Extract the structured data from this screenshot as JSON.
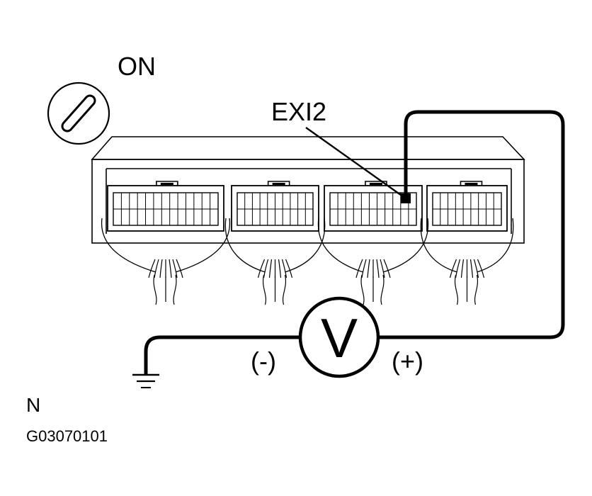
{
  "labels": {
    "switch_state": "ON",
    "terminal": "EXI2",
    "negative": "(-)",
    "positive": "(+)",
    "meter_symbol": "V",
    "corner_letter": "N",
    "figure_code": "G03070101"
  },
  "connectors": [
    {
      "name": "connector-1"
    },
    {
      "name": "connector-2"
    },
    {
      "name": "connector-3"
    },
    {
      "name": "connector-4"
    }
  ],
  "icons": {
    "ignition": "ignition-switch-icon",
    "voltmeter": "voltmeter-icon",
    "ground": "ground-icon"
  }
}
